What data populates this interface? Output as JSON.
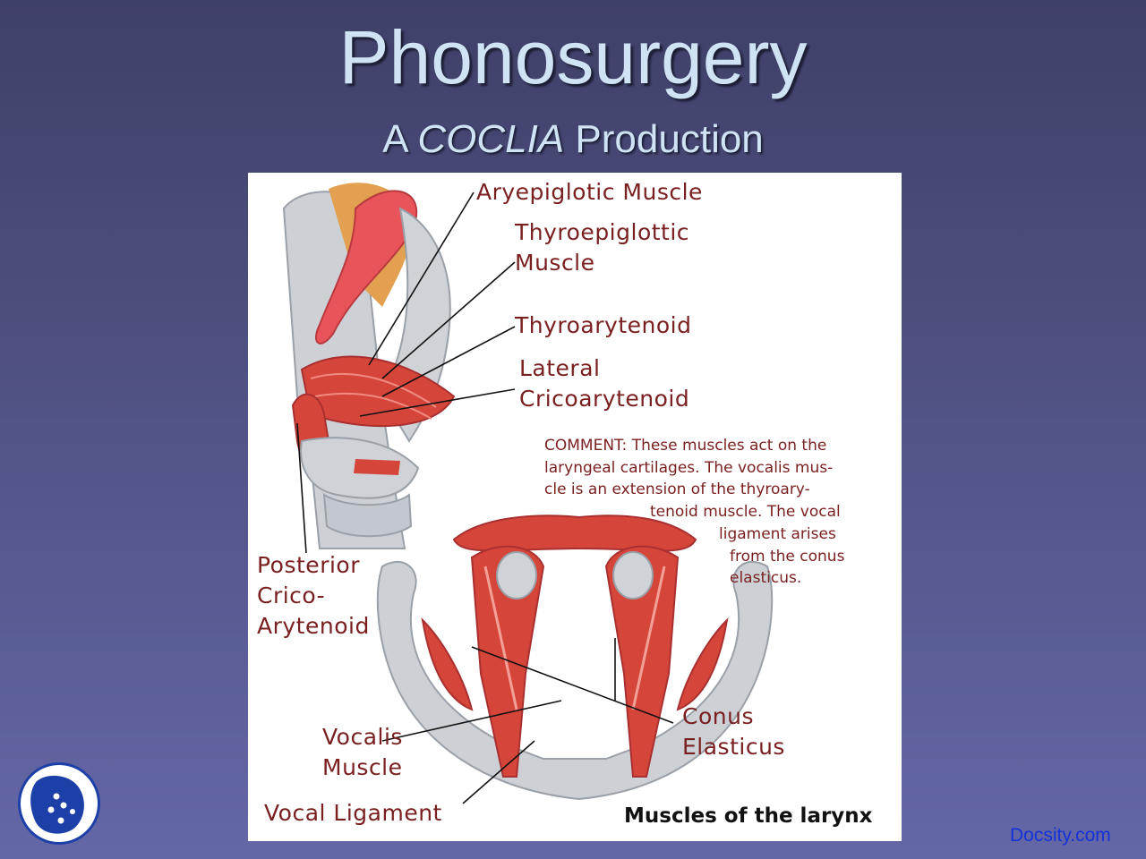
{
  "slide": {
    "title": "Phonosurgery",
    "subtitle_prefix": "A ",
    "subtitle_emphasis": "COCLIA",
    "subtitle_suffix": " Production"
  },
  "figure": {
    "labels": {
      "aryepiglotic": "Aryepiglotic Muscle",
      "thyroepiglottic": "Thyroepiglottic\nMuscle",
      "thyroarytenoid": "Thyroarytenoid",
      "lateral_crico": "Lateral\nCricoarytenoid",
      "posterior_crico": "Posterior\nCrico-\nArytenoid",
      "conus": "Conus\nElasticus",
      "vocalis": "Vocalis\nMuscle",
      "vocal_ligament": "Vocal Ligament"
    },
    "comment_lines": [
      "COMMENT: These muscles act on the",
      "laryngeal cartilages. The vocalis mus-",
      "cle is an extension of the thyroary-",
      "tenoid muscle. The vocal",
      "ligament arises",
      "from the conus",
      "elasticus."
    ],
    "caption": "Muscles of the larynx"
  },
  "footer": {
    "watermark": "Docsity.com"
  },
  "colors": {
    "title": "#cfe3f5",
    "label": "#7a1f1f",
    "muscle": "#d6453a",
    "cartilage": "#c9cdd3",
    "watermark": "#1432d8"
  }
}
